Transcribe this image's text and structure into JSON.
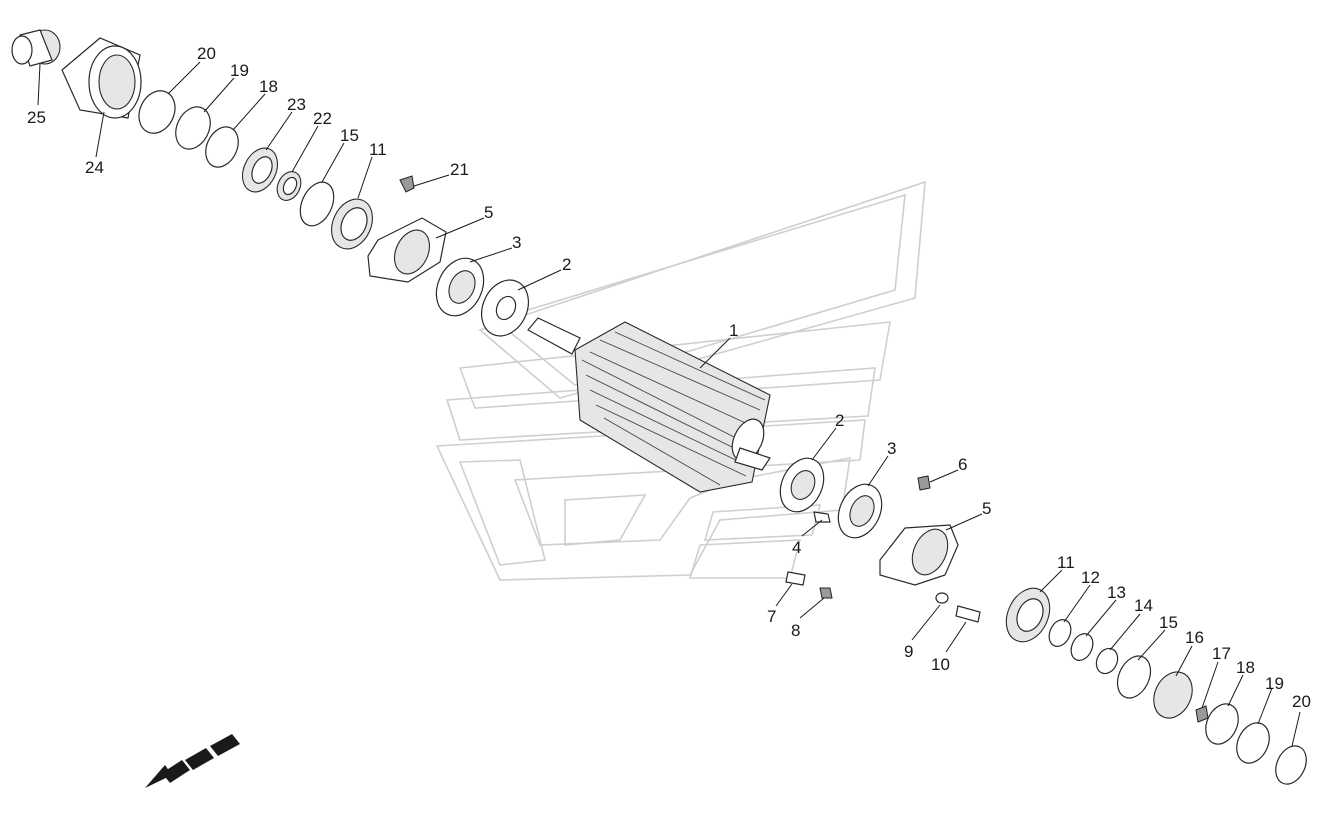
{
  "callouts": [
    {
      "id": "25",
      "text": "25"
    },
    {
      "id": "24",
      "text": "24"
    },
    {
      "id": "20a",
      "text": "20"
    },
    {
      "id": "19a",
      "text": "19"
    },
    {
      "id": "18a",
      "text": "18"
    },
    {
      "id": "23",
      "text": "23"
    },
    {
      "id": "22",
      "text": "22"
    },
    {
      "id": "15a",
      "text": "15"
    },
    {
      "id": "11a",
      "text": "11"
    },
    {
      "id": "21",
      "text": "21"
    },
    {
      "id": "5a",
      "text": "5"
    },
    {
      "id": "3a",
      "text": "3"
    },
    {
      "id": "2a",
      "text": "2"
    },
    {
      "id": "1",
      "text": "1"
    },
    {
      "id": "2b",
      "text": "2"
    },
    {
      "id": "3b",
      "text": "3"
    },
    {
      "id": "6",
      "text": "6"
    },
    {
      "id": "5b",
      "text": "5"
    },
    {
      "id": "4",
      "text": "4"
    },
    {
      "id": "7",
      "text": "7"
    },
    {
      "id": "8",
      "text": "8"
    },
    {
      "id": "9",
      "text": "9"
    },
    {
      "id": "10",
      "text": "10"
    },
    {
      "id": "11b",
      "text": "11"
    },
    {
      "id": "12",
      "text": "12"
    },
    {
      "id": "13",
      "text": "13"
    },
    {
      "id": "14",
      "text": "14"
    },
    {
      "id": "15b",
      "text": "15"
    },
    {
      "id": "16",
      "text": "16"
    },
    {
      "id": "17",
      "text": "17"
    },
    {
      "id": "18b",
      "text": "18"
    },
    {
      "id": "19b",
      "text": "19"
    },
    {
      "id": "20b",
      "text": "20"
    }
  ],
  "direction_icon": "direction-arrow-icon",
  "colors": {
    "line": "#1a1a1a",
    "watermark": "#cfcfcf"
  }
}
